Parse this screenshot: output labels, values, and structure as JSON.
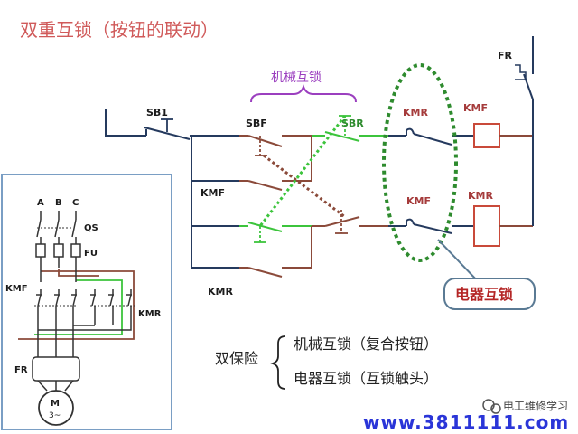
{
  "title": "双重互锁（按钮的联动）",
  "labels": {
    "sb1": "SB1",
    "sbf": "SBF",
    "sbr": "SBR",
    "kmf_left": "KMF",
    "kmr_left": "KMR",
    "kmr_contact": "KMR",
    "kmf_contact": "KMF",
    "kmf_coil": "KMF",
    "kmr_coil": "KMR",
    "fr_top": "FR"
  },
  "mechanical_interlock": "机械互锁",
  "electrical_interlock": "电器互锁",
  "main_circuit": {
    "phase_a": "A",
    "phase_b": "B",
    "phase_c": "C",
    "qs": "QS",
    "fu": "FU",
    "kmf": "KMF",
    "kmr": "KMR",
    "fr": "FR",
    "motor": "M",
    "motor_phase": "3~"
  },
  "double_protection": {
    "heading": "双保险",
    "item1": "机械互锁（复合按钮）",
    "item2": "电器互锁（互锁触头）"
  },
  "watermark": "电工维修学习",
  "url": "www.3811111.com",
  "colors": {
    "title": "#d05a5a",
    "control_wire": "#253a5e",
    "brown_wire": "#8b4a3a",
    "green": "#3cc43c",
    "dashed_green": "#2e8b2e",
    "mechanical": "#9b3fbf",
    "coil": "#c94a3a",
    "url": "#2a35d8",
    "panel_border": "#7a9ec4"
  }
}
